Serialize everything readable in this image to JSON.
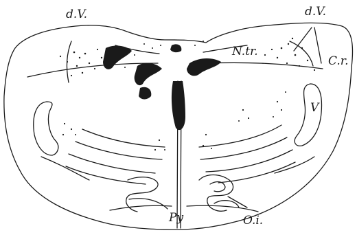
{
  "figure": {
    "labels": {
      "dv_left": "d.V.",
      "dv_right": "d.V.",
      "ntr": "N.tr.",
      "cr": "C.r.",
      "v": "V",
      "py": "Py",
      "oi": "O.i."
    },
    "colors": {
      "ink": "#1a1a1a",
      "paper": "#ffffff"
    }
  }
}
